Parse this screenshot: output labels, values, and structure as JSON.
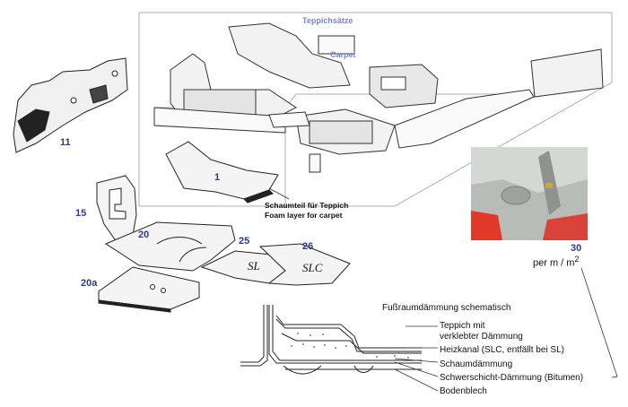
{
  "carpet_set": {
    "label_de": "Teppichsätze",
    "label_en": "Carpet"
  },
  "parts": {
    "p1": "1",
    "p11": "11",
    "p15": "15",
    "p20": "20",
    "p20a": "20a",
    "p25": "25",
    "p26": "26",
    "p30": "30"
  },
  "foam_caption": {
    "de": "Schaumteil für Teppich",
    "en": "Foam layer for carpet"
  },
  "variant_marks": {
    "sl": "SL",
    "slc": "SLC"
  },
  "unit_text": {
    "prefix": "per m / m",
    "sup": "2"
  },
  "schematic": {
    "title": "Fußraumdämmung schematisch",
    "legend": [
      "Teppich mit",
      "verklebter Dämmung",
      "Heizkanal (SLC, entfällt bei SL)",
      "Schaumdämmung",
      "Schwerschicht-Dämmung (Bitumen)",
      "Bodenblech"
    ]
  },
  "colors": {
    "part_number": "#2b3a8f",
    "carpet_label": "#7b86c8"
  }
}
